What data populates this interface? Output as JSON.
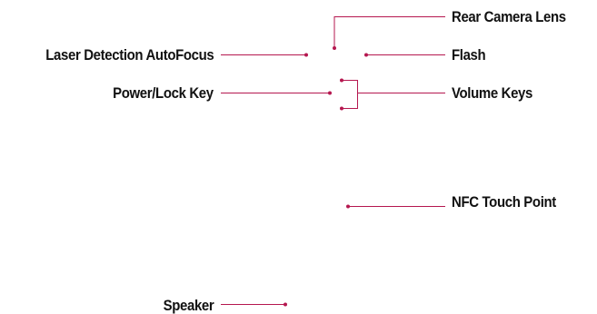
{
  "labels": {
    "rear_camera_lens": "Rear Camera Lens",
    "laser_detection_autofocus": "Laser Detection AutoFocus",
    "flash": "Flash",
    "power_lock_key": "Power/Lock Key",
    "volume_keys": "Volume Keys",
    "nfc_touch_point": "NFC Touch Point",
    "speaker": "Speaker"
  },
  "colors": {
    "callout_line": "#b5174f",
    "label_text": "#111111"
  }
}
